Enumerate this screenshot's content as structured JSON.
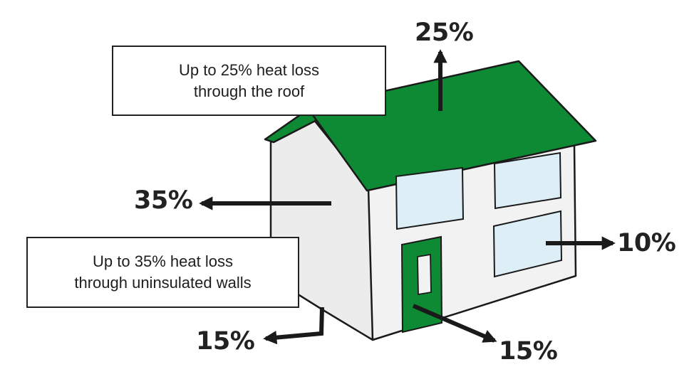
{
  "callouts": {
    "roof": {
      "line1": "Up to 25% heat loss",
      "line2": "through the roof"
    },
    "walls": {
      "line1": "Up to 35% heat loss",
      "line2": "through uninsulated walls"
    }
  },
  "percentages": {
    "roof": "25%",
    "walls": "35%",
    "windows": "10%",
    "floor": "15%",
    "door": "15%"
  },
  "colors": {
    "roof": "#0f8a34",
    "door": "#0f8a34",
    "wall_front": "#f2f2f2",
    "wall_side": "#ececec",
    "window": "#ddeef7",
    "outline": "#1a1a1a",
    "arrow": "#1a1a1a"
  }
}
